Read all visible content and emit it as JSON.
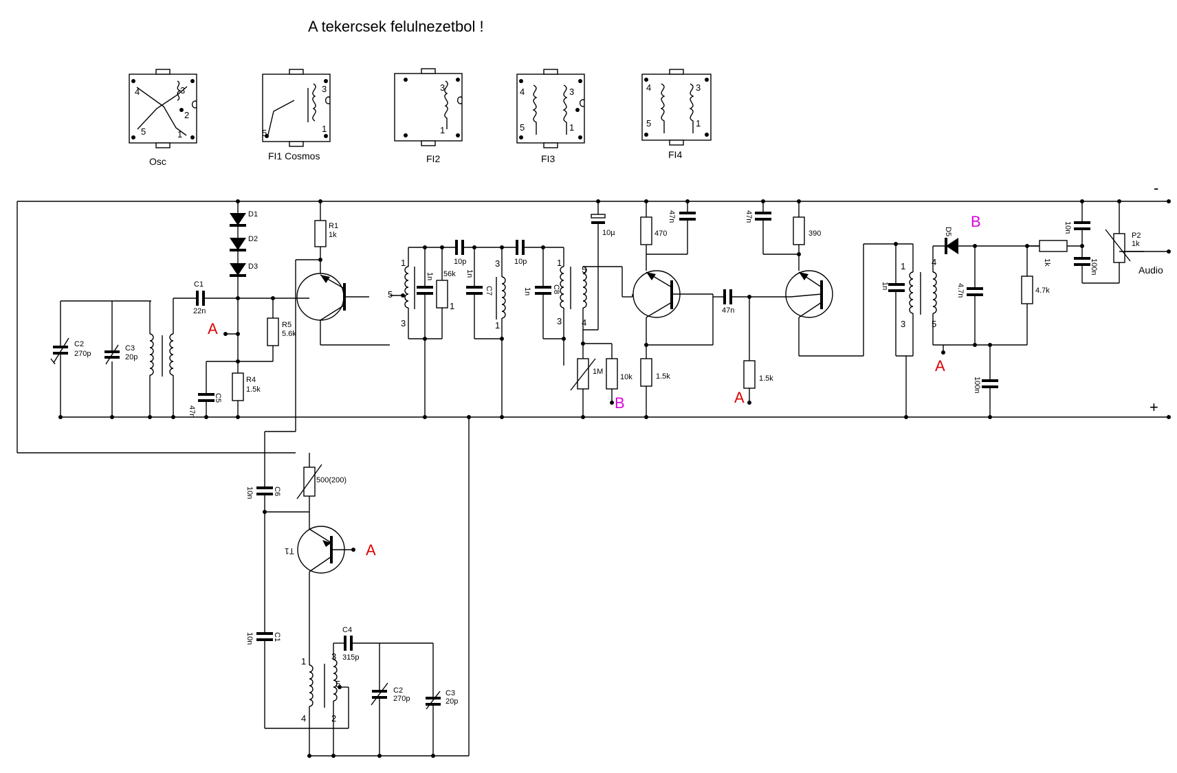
{
  "title": "A tekercsek felulnezetbol !",
  "coils": [
    {
      "id": "osc",
      "name": "Osc",
      "pins": [
        "4",
        "3",
        "2",
        "5",
        "1"
      ]
    },
    {
      "id": "fi1",
      "name": "FI1 Cosmos",
      "pins": [
        "3",
        "5",
        "1"
      ]
    },
    {
      "id": "fi2",
      "name": "FI2",
      "pins": [
        "3",
        "1"
      ]
    },
    {
      "id": "fi3",
      "name": "FI3",
      "pins": [
        "4",
        "3",
        "5",
        "1"
      ]
    },
    {
      "id": "fi4",
      "name": "FI4",
      "pins": [
        "4",
        "3",
        "5",
        "1"
      ]
    }
  ],
  "rails": {
    "minus": "-",
    "plus": "+"
  },
  "audio": "Audio",
  "markers": {
    "a": "A",
    "b": "B",
    "a_color": "#dd0000",
    "b_color": "#dd00dd"
  },
  "components": {
    "d1": "D1",
    "d2": "D2",
    "d3": "D3",
    "r1": "R1",
    "r1_val": "1k",
    "r5": "R5",
    "r5_val": "5.6k",
    "r4": "R4",
    "r4_val": "1.5k",
    "c1": "C1",
    "c1_val": "22n",
    "c2": "C2",
    "c2_val": "270p",
    "c3": "C3",
    "c3_val": "20p",
    "c5": "C5",
    "c5_val": "47n",
    "if1_c": "1n",
    "r56k": "56k",
    "c10p_a": "10p",
    "c10p_b": "10p",
    "c7": "C7",
    "c7_val": "1n",
    "c8": "C8",
    "c8_val": "1n",
    "c10u": "10µ",
    "r1m": "1M",
    "r10k": "10k",
    "r470": "470",
    "c47n_a": "47n",
    "r1_5k_a": "1.5k",
    "c47n_b": "47n",
    "r1_5k_b": "1.5k",
    "c47n_c": "47n",
    "r390": "390",
    "fi4_c": "1n",
    "d_det": "D5",
    "c4_7n": "4.7n",
    "r4_7k": "4.7k",
    "c100n_a": "100n",
    "r1k": "1k",
    "c10n": "10n",
    "c100n_b": "100n",
    "p2": "P2",
    "p2_val": "1k",
    "c6": "C6",
    "c6_val": "10n",
    "rtrim": "500(200)",
    "t1": "T1",
    "c1b": "C1",
    "c1b_val": "10n",
    "c4": "C4",
    "c4_val": "315p",
    "c2b": "C2",
    "c2b_val": "270p",
    "c3b": "C3",
    "c3b_val": "20p"
  },
  "pins": {
    "if1": [
      "1",
      "5",
      "3",
      "1"
    ],
    "if2": [
      "3",
      "1"
    ],
    "if3": [
      "1",
      "3",
      "5",
      "4"
    ],
    "if4": [
      "1",
      "3",
      "4",
      "5"
    ],
    "osc": [
      "1",
      "4",
      "3",
      "5",
      "2"
    ]
  }
}
